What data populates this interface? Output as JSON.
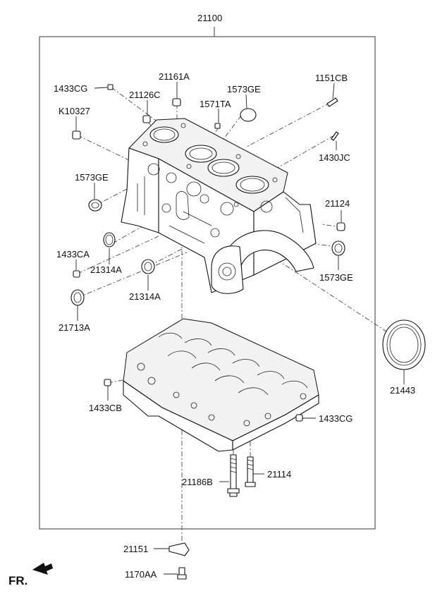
{
  "diagram": {
    "assembly_label": "21100",
    "front_label": "FR.",
    "callouts": {
      "c1433CG_top": "1433CG",
      "c21161A": "21161A",
      "c1151CB": "1151CB",
      "c21126C": "21126C",
      "c1573GE_top": "1573GE",
      "c1571TA": "1571TA",
      "cK10327": "K10327",
      "c1430JC": "1430JC",
      "c1573GE_left": "1573GE",
      "c21124": "21124",
      "c1433CA": "1433CA",
      "c21314A_left": "21314A",
      "c1573GE_right": "1573GE",
      "c21314A_mid": "21314A",
      "c21713A": "21713A",
      "c21443": "21443",
      "c1433CB": "1433CB",
      "c1433CG_bottom": "1433CG",
      "c21186B": "21186B",
      "c21114": "21114",
      "c21151": "21151",
      "c1170AA": "1170AA"
    }
  }
}
